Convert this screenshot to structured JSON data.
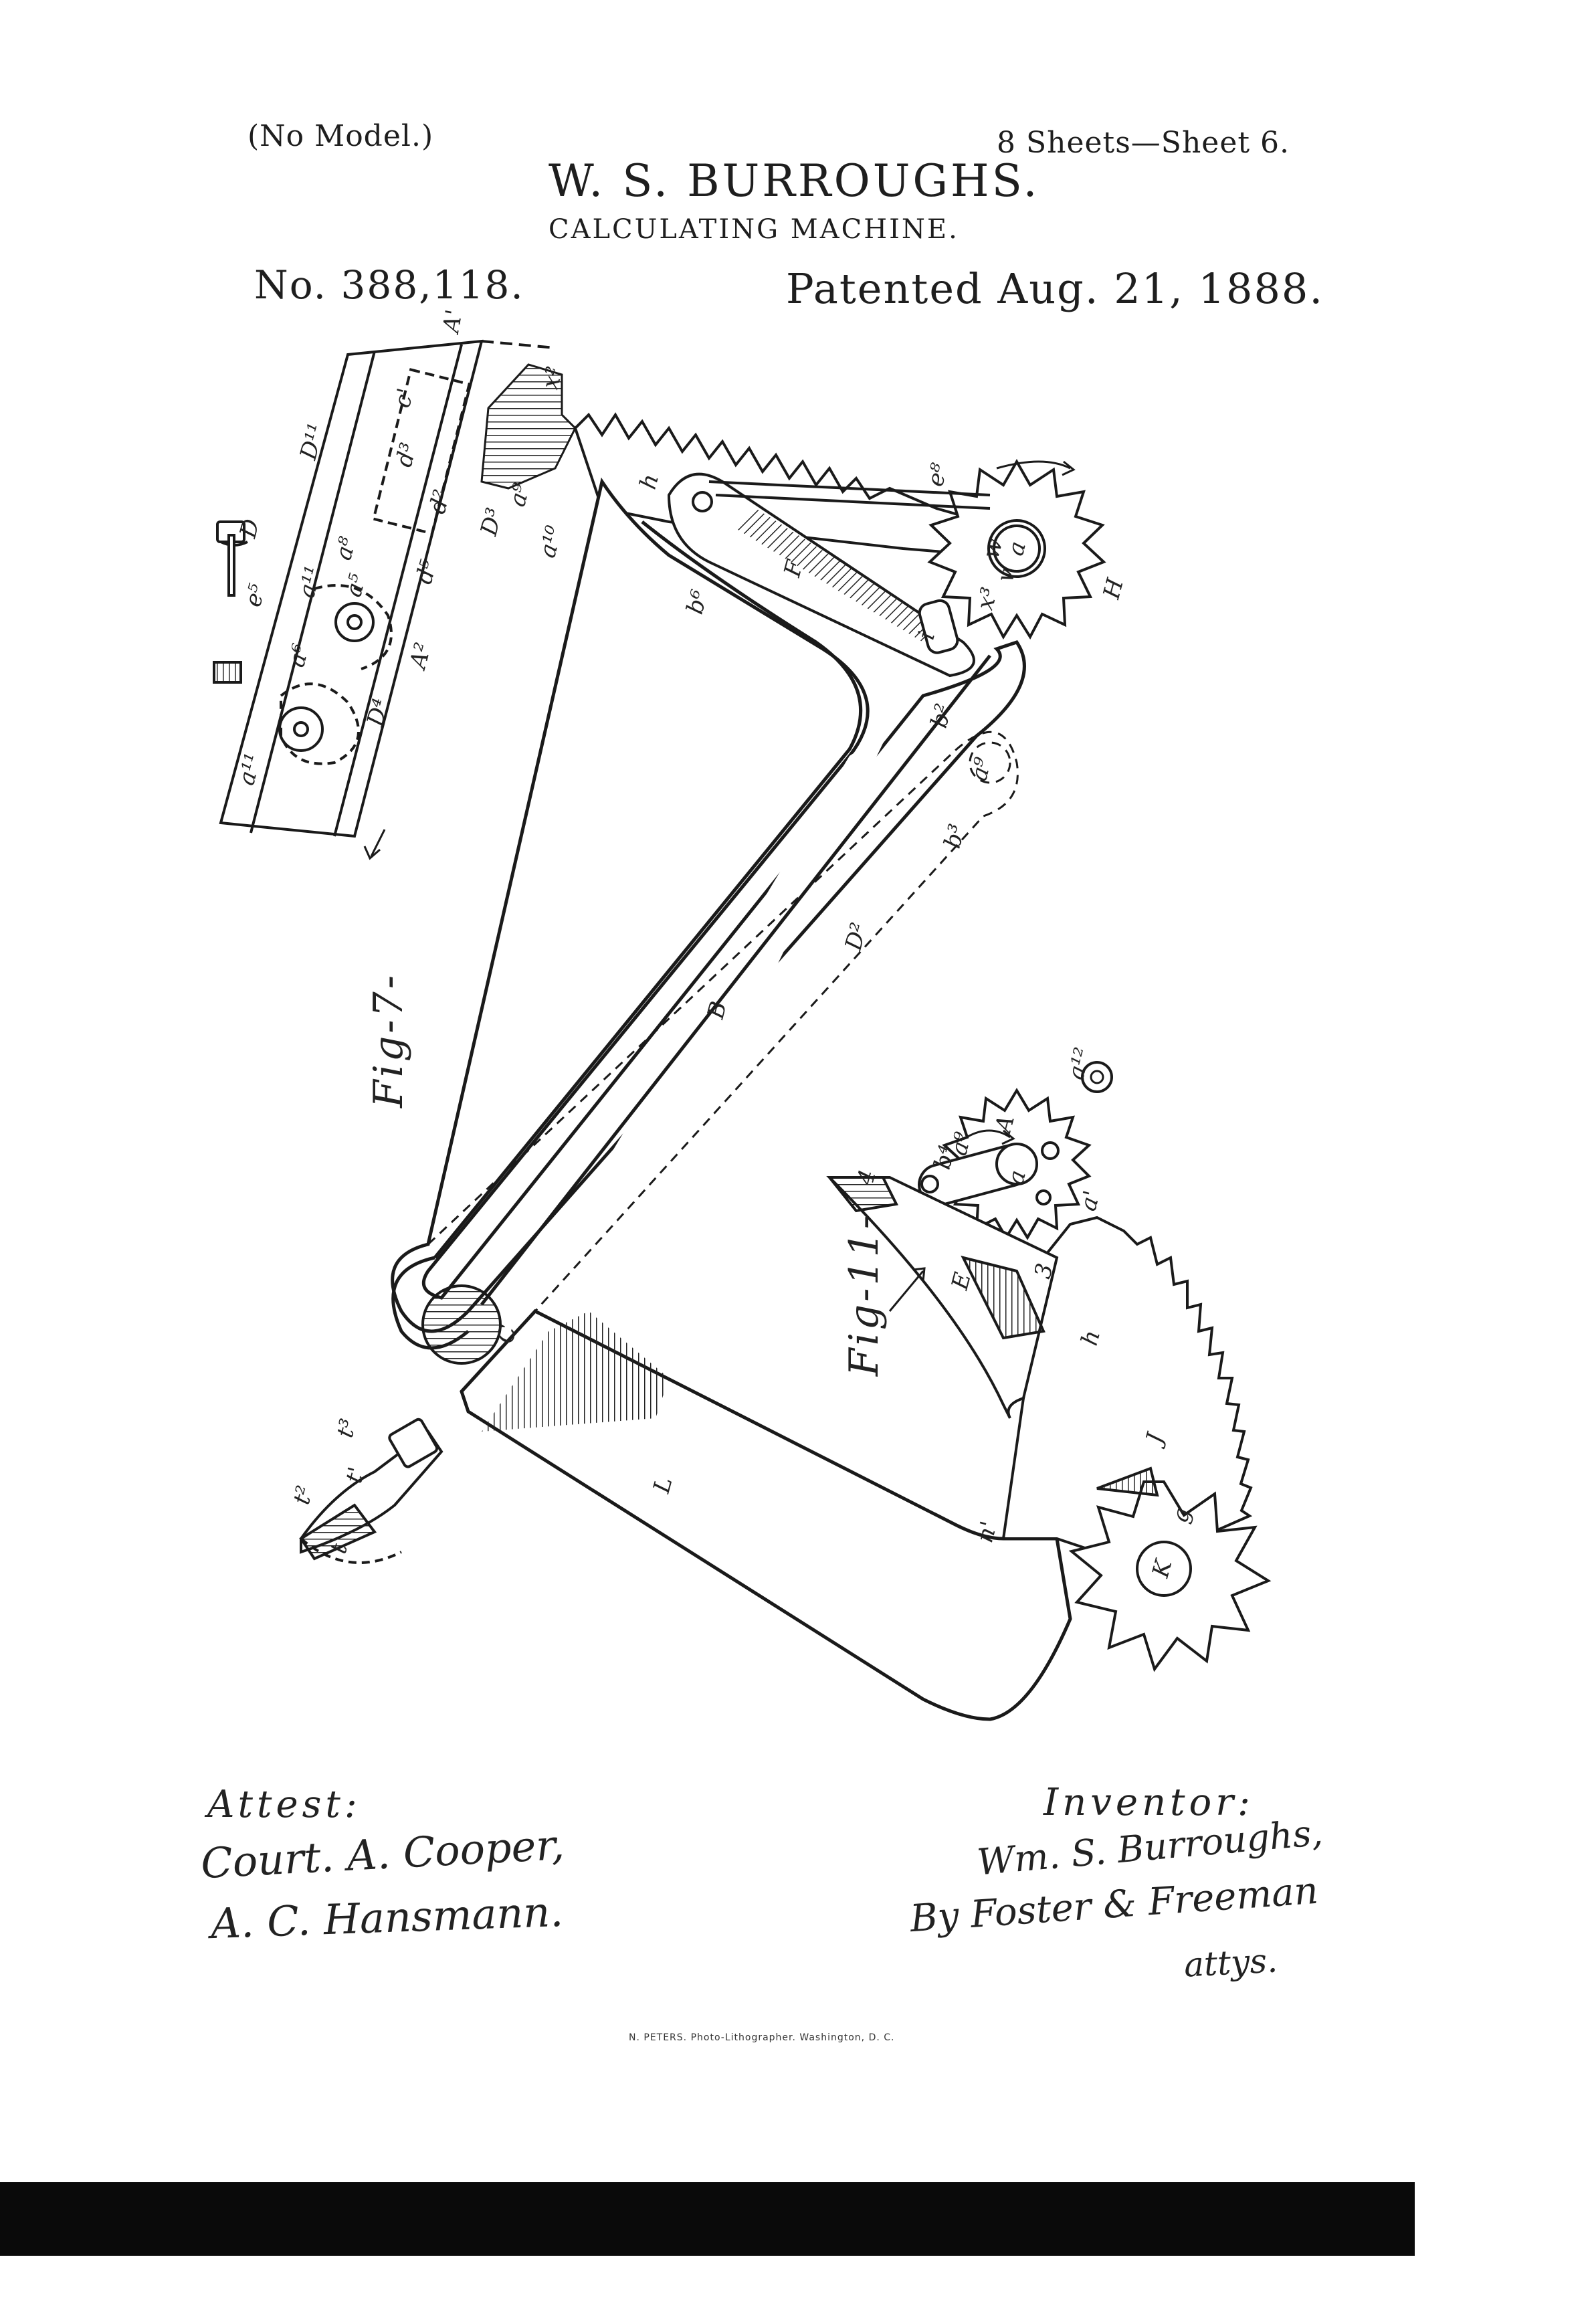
{
  "header": {
    "no_model": "(No Model.)",
    "sheets": "8 Sheets—Sheet 6.",
    "inventor_name": "W. S. BURROUGHS.",
    "title": "CALCULATING MACHINE.",
    "number": "No. 388,118.",
    "patented": "Patented Aug. 21, 1888."
  },
  "figures": {
    "fig7_label": "Fig-7-",
    "fig11_label": "Fig-11-"
  },
  "labels": {
    "B": "B",
    "C": "C",
    "D2": "D²",
    "D11": "D¹¹",
    "D4": "D⁴",
    "D": "D",
    "D3": "D³",
    "E": "E",
    "F": "F",
    "h": "h",
    "h_lower": "h",
    "H": "H",
    "L": "L",
    "K": "K",
    "J": "J",
    "A": "A",
    "a": "a",
    "a_lower": "a",
    "a12": "a¹²",
    "a9": "a⁹",
    "a1": "a'",
    "b2": "b²",
    "b3": "b³",
    "b4": "b⁴",
    "b6": "b⁶",
    "x2": "x²",
    "e8": "e⁸",
    "t": "t",
    "t1": "t'",
    "t2": "t²",
    "t3": "t³",
    "n1": "n'",
    "num3": "3",
    "num4": "4",
    "g": "g",
    "c1": "c'",
    "d2": "d²",
    "d3": "d³",
    "d5": "d⁵",
    "a5": "a⁵",
    "a6": "a⁶",
    "a8": "a⁸",
    "a11": "a¹¹",
    "A1": "A'",
    "A2": "A²",
    "e5": "e⁵",
    "x3": "x³",
    "w": "w",
    "v": "v",
    "a10": "a¹⁰",
    "i": "i"
  },
  "attest": {
    "label": "Attest:",
    "witness_1": "Court. A. Cooper,",
    "witness_2": "A. C. Hansmann."
  },
  "inventor": {
    "label": "Inventor:",
    "signature": "Wm. S. Burroughs,",
    "by": "By Foster & Freeman",
    "attys": "attys."
  },
  "lithographer": "N. PETERS. Photo-Lithographer. Washington, D. C."
}
